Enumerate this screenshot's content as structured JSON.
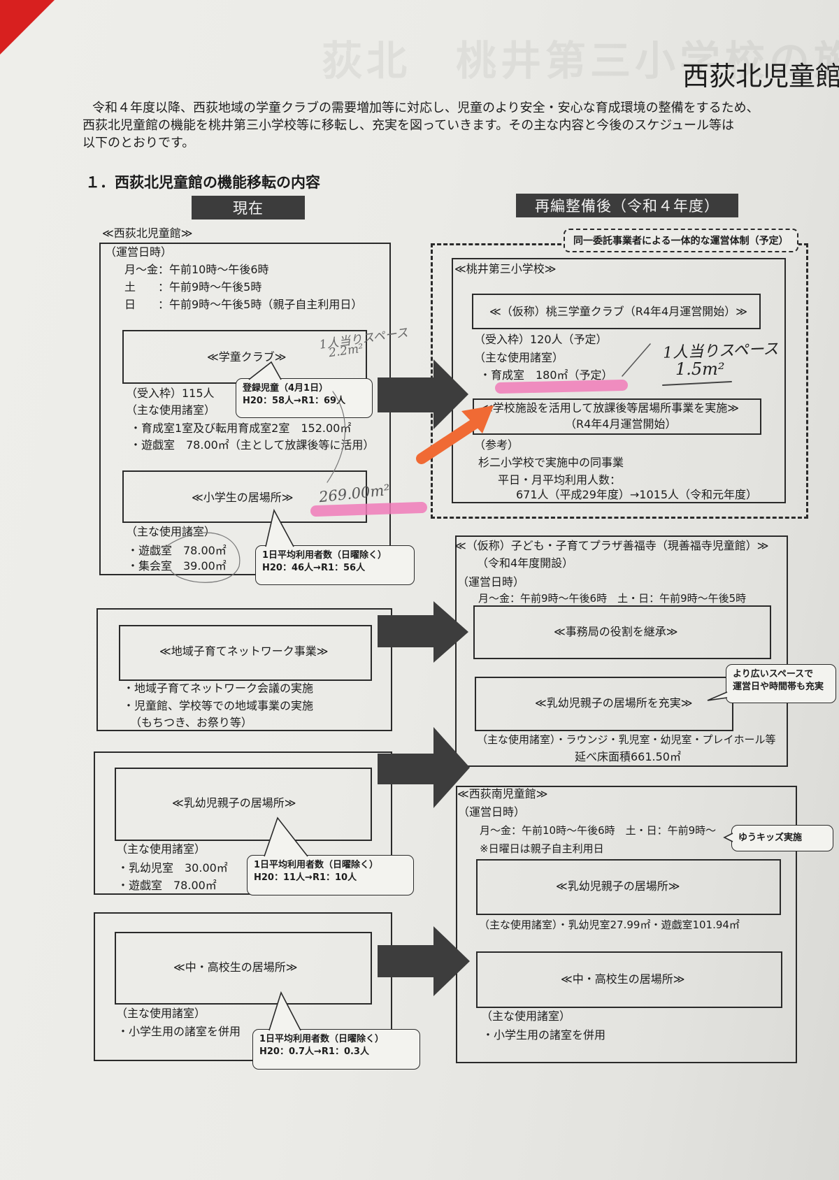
{
  "title": "西荻北児童館",
  "ghost_heading": "荻北　桃井第三小学校の施設",
  "intro": [
    "令和４年度以降、西荻地域の学童クラブの需要増加等に対応し、児童のより安全・安心な育成環境の整備をするため、",
    "西荻北児童館の機能を桃井第三小学校等に移転し、充実を図っていきます。その主な内容と今後のスケジュール等は",
    "以下のとおりです。"
  ],
  "section_title": "１．西荻北児童館の機能移転の内容",
  "col_current": "現在",
  "col_after": "再編整備後（令和４年度）",
  "unified_note": "同一委託事業者による一体的な運営体制（予定）",
  "left": {
    "kitahall": {
      "label": "≪西荻北児童館≫",
      "hours_title": "（運営日時）",
      "hours": [
        "月～金：午前10時～午後6時",
        "土　　：午前9時～午後5時",
        "日　　：午前9時～午後5時（親子自主利用日）"
      ],
      "club_title": "≪学童クラブ≫",
      "club_bubble": [
        "登録児童（4月1日）",
        "H20：58人→R1：69人"
      ],
      "club_capacity": "（受入枠）115人",
      "club_rooms_title": "（主な使用諸室）",
      "club_rooms": [
        "・育成室1室及び転用育成室2室　152.00㎡",
        "・遊戯室　78.00㎡（主として放課後等に活用）"
      ],
      "elem_title": "≪小学生の居場所≫",
      "elem_rooms_title": "（主な使用諸室）",
      "elem_rooms": [
        "・遊戯室　78.00㎡",
        "・集会室　39.00㎡"
      ],
      "elem_bubble": [
        "1日平均利用者数（日曜除く）",
        "H20：46人→R1：56人"
      ]
    },
    "network": {
      "title": "≪地域子育てネットワーク事業≫",
      "items": [
        "・地域子育てネットワーク会議の実施",
        "・児童館、学校等での地域事業の実施",
        "（もちつき、お祭り等）"
      ]
    },
    "infant": {
      "title": "≪乳幼児親子の居場所≫",
      "rooms_title": "（主な使用諸室）",
      "rooms": [
        "・乳幼児室　30.00㎡",
        "・遊戯室　78.00㎡"
      ],
      "bubble": [
        "1日平均利用者数（日曜除く）",
        "H20：11人→R1：10人"
      ]
    },
    "teen": {
      "title": "≪中・高校生の居場所≫",
      "rooms_title": "（主な使用諸室）",
      "rooms": [
        "・小学生用の諸室を併用"
      ],
      "bubble": [
        "1日平均利用者数（日曜除く）",
        "H20：0.7人→R1：0.3人"
      ]
    }
  },
  "right": {
    "school": {
      "label": "≪桃井第三小学校≫",
      "club_title": "≪（仮称）桃三学童クラブ（R4年4月運営開始）≫",
      "capacity": "（受入枠）120人（予定）",
      "rooms_title": "（主な使用諸室）",
      "rooms": "・育成室　180㎡（予定）",
      "after_title": "≪学校施設を活用して放課後等居場所事業を実施≫",
      "after_sub": "（R4年4月運営開始）",
      "ref_title": "（参考）",
      "ref_lines": [
        "杉二小学校で実施中の同事業",
        "平日・月平均利用人数：",
        "671人（平成29年度）→1015人（令和元年度）"
      ]
    },
    "plaza": {
      "label": "≪（仮称）子ども・子育てプラザ善福寺（現善福寺児童館）≫",
      "open": "（令和4年度開設）",
      "hours_title": "（運営日時）",
      "hours": "月～金：午前9時～午後6時　土・日：午前9時～午後5時",
      "office": "≪事務局の役割を継承≫",
      "infant": "≪乳幼児親子の居場所を充実≫",
      "note": [
        "より広いスペースで",
        "運営日や時間帯も充実"
      ],
      "rooms": "（主な使用諸室）・ラウンジ・乳児室・幼児室・プレイホール等",
      "area": "延べ床面積661.50㎡"
    },
    "south": {
      "label": "≪西荻南児童館≫",
      "hours_title": "（運営日時）",
      "hours": "月～金：午前10時～午後6時　土・日：午前9時～",
      "sunday": "※日曜日は親子自主利用日",
      "kids_note": "ゆうキッズ実施",
      "infant": "≪乳幼児親子の居場所≫",
      "infant_rooms": "（主な使用諸室）・乳幼児室27.99㎡・遊戯室101.94㎡",
      "teen": "≪中・高校生の居場所≫",
      "teen_rooms_title": "（主な使用諸室）",
      "teen_rooms": "・小学生用の諸室を併用"
    }
  },
  "handwriting": {
    "top_left": "1人当りスペース",
    "top_left_val": "2.2m²",
    "area": "269.00m²",
    "per_person": "1人当りスペース",
    "per_person_val": "1.5m²"
  },
  "colors": {
    "highlight": "#f07bb8",
    "arrow_orange": "#f06a34",
    "header": "#3c3c3c",
    "corner": "#d8201f"
  }
}
